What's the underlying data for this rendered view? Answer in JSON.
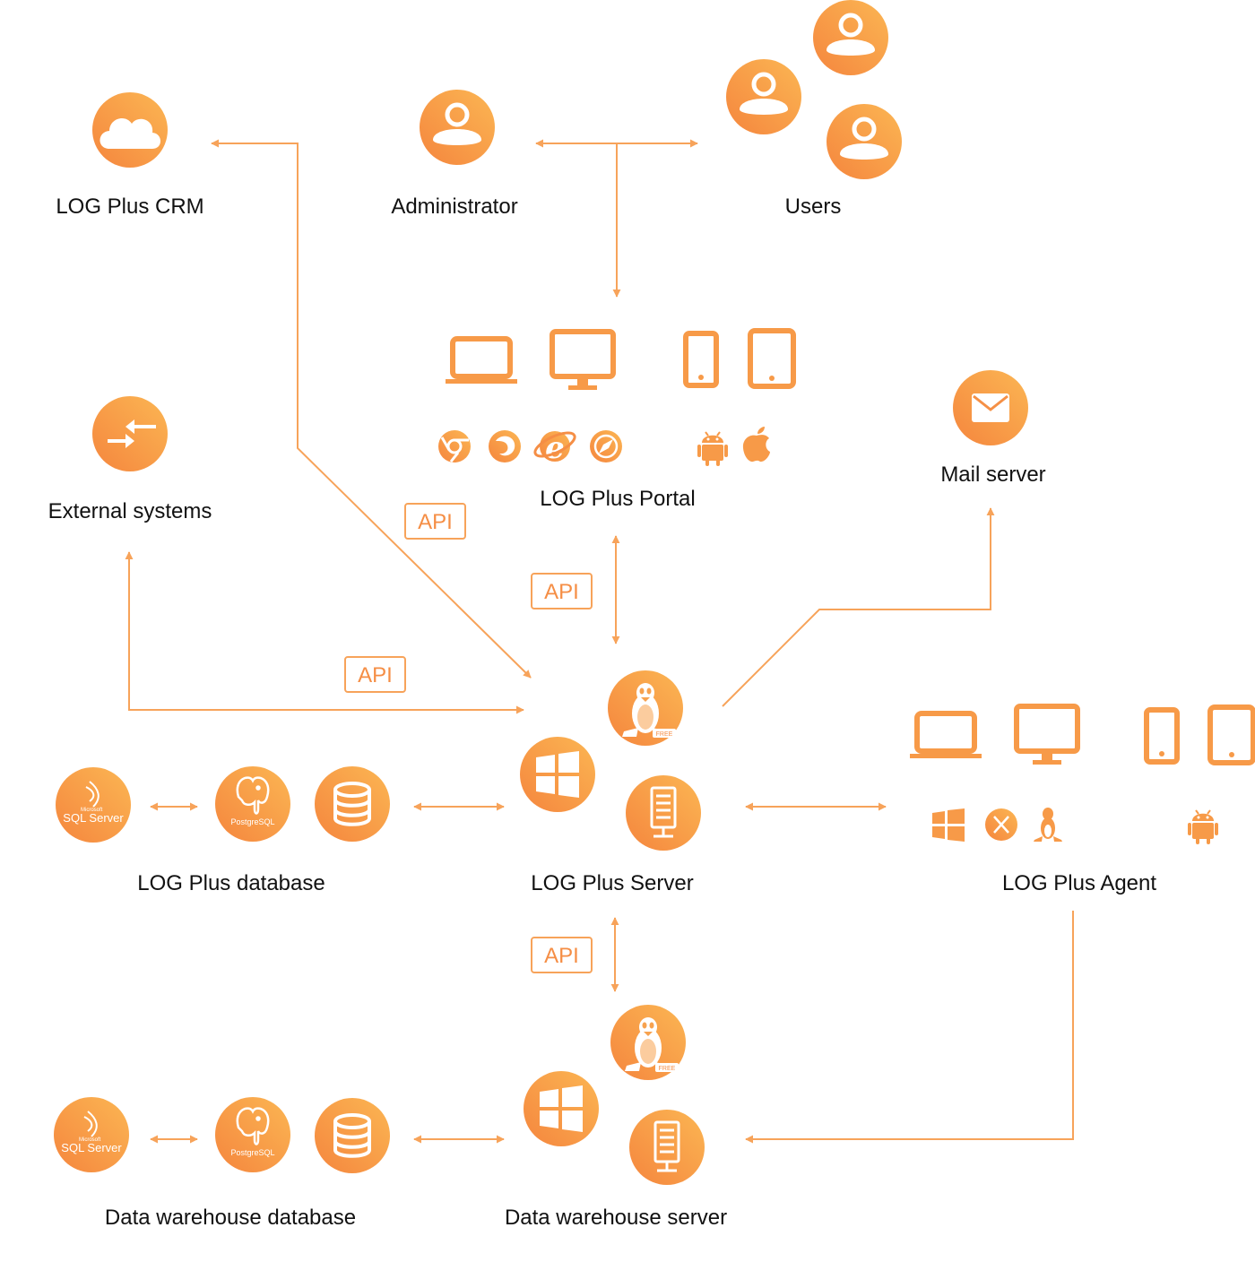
{
  "colors": {
    "accent_start": "#f58a3e",
    "accent_end": "#fbb352",
    "line": "#f7a35a",
    "text": "#111111"
  },
  "nodes": {
    "crm": "LOG Plus CRM",
    "administrator": "Administrator",
    "users": "Users",
    "portal": "LOG Plus Portal",
    "mail": "Mail server",
    "external": "External systems",
    "database": "LOG Plus database",
    "server": "LOG Plus Server",
    "agent": "LOG Plus Agent",
    "dw_database": "Data warehouse database",
    "dw_server": "Data warehouse server"
  },
  "api_badges": [
    "API",
    "API",
    "API",
    "API"
  ],
  "db_logos": {
    "sql_small": "Microsoft",
    "sql_main": "SQL Server",
    "postgres": "PostgreSQL"
  },
  "linux_badge": "FREE",
  "icons": {
    "crm": "cloud-icon",
    "admin": "user-icon",
    "users": "user-icon",
    "mail": "envelope-icon",
    "external": "arrows-exchange-icon",
    "portal_devices": [
      "laptop-icon",
      "monitor-icon",
      "phone-icon",
      "tablet-icon"
    ],
    "portal_browsers": [
      "chrome-icon",
      "firefox-icon",
      "ie-icon",
      "safari-icon",
      "android-icon",
      "apple-icon"
    ],
    "server": [
      "linux-icon",
      "windows-icon",
      "server-rack-icon"
    ],
    "database": [
      "sql-server-icon",
      "postgresql-icon",
      "database-icon"
    ],
    "agent_devices": [
      "laptop-icon",
      "monitor-icon",
      "phone-icon",
      "tablet-icon"
    ],
    "agent_os": [
      "windows-icon",
      "macos-icon",
      "linux-icon",
      "android-icon"
    ]
  }
}
